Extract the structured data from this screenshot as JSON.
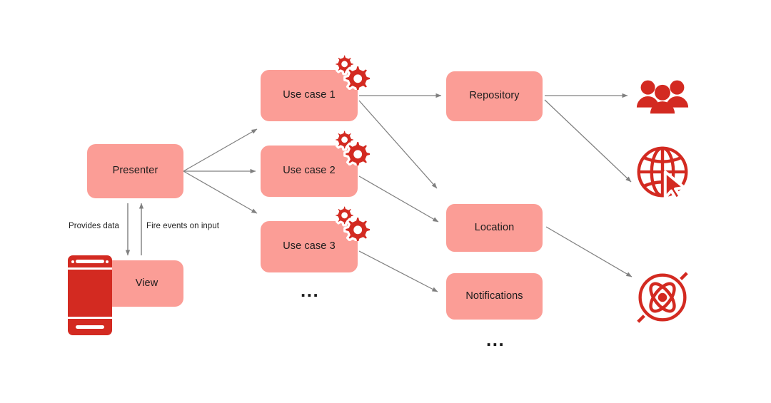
{
  "diagram": {
    "title": "Clean Architecture layers diagram",
    "background_color": "#FFFFFF",
    "node_fill_color": "#FB9D96",
    "icon_color": "#D32A21",
    "arrow_color": "#808080",
    "text_color": "#1C1C1C"
  },
  "nodes": {
    "presenter": {
      "label": "Presenter"
    },
    "view": {
      "label": "View"
    },
    "use_case_1": {
      "label": "Use case 1"
    },
    "use_case_2": {
      "label": "Use case 2"
    },
    "use_case_3": {
      "label": "Use case 3"
    },
    "repository": {
      "label": "Repository"
    },
    "location": {
      "label": "Location"
    },
    "notifications": {
      "label": "Notifications"
    }
  },
  "edge_labels": {
    "provides_data": "Provides data",
    "fire_events": "Fire events on input"
  },
  "ellipsis": {
    "use_cases_more": "...",
    "services_more": "..."
  },
  "icons": {
    "phone": "smartphone-icon",
    "gears_use_case_1": "gears-icon",
    "gears_use_case_2": "gears-icon",
    "gears_use_case_3": "gears-icon",
    "users": "users-group-icon",
    "globe": "globe-cursor-icon",
    "atom": "atom-icon"
  }
}
